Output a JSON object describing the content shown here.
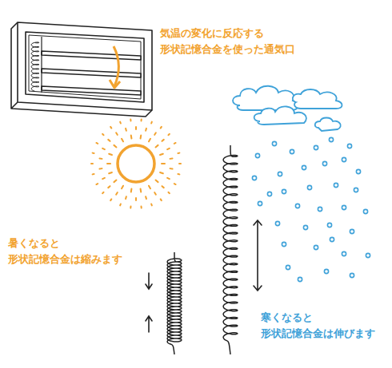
{
  "diagram": {
    "labels": [
      "気温の変化に反応する 形状記憶合金を使った通気口",
      "暑くなると 形状記憶合金は縮みます",
      "寒くなると 形状記憶合金は伸びます"
    ]
  }
}
